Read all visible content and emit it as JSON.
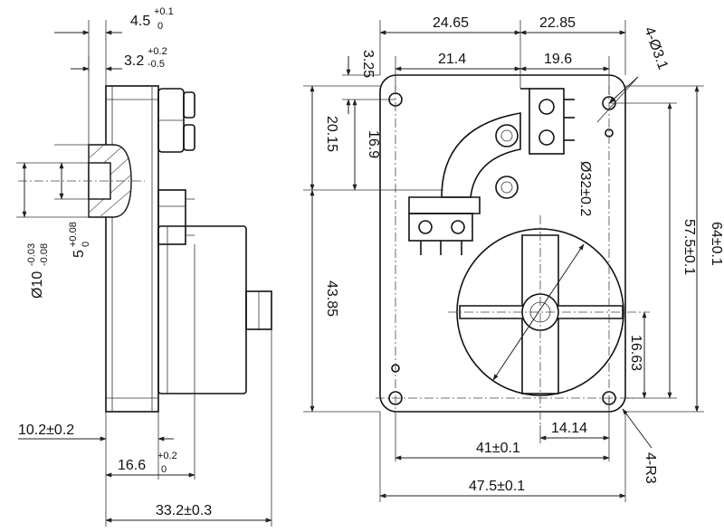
{
  "side_view": {
    "dims": {
      "shaft_len": "4.5",
      "shaft_len_tol_up": "+0.1",
      "shaft_len_tol_dn": "0",
      "flat_len": "3.2",
      "flat_len_tol_up": "+0.2",
      "flat_len_tol_dn": "-0.5",
      "shaft_flat": "5",
      "shaft_flat_tol_up": "+0.08",
      "shaft_flat_tol_dn": "0",
      "shaft_dia": "Ø10",
      "shaft_dia_tol_up": "-0.03",
      "shaft_dia_tol_dn": "-0.08",
      "gearbox_thk": "10.2±0.2",
      "motor_offset": "16.6",
      "motor_offset_tol_up": "+0.2",
      "motor_offset_tol_dn": "0",
      "overall_len": "33.2±0.3"
    }
  },
  "front_view": {
    "dims": {
      "top_left": "24.65",
      "top_right": "22.85",
      "mid_left": "21.4",
      "mid_right": "19.6",
      "hole_spec": "4-Ø3.1",
      "v_325": "3.25",
      "v_2015": "20.15",
      "v_169": "16.9",
      "v_4385": "43.85",
      "motor_dia": "Ø32±0.2",
      "v_575": "57.5±0.1",
      "v_64": "64±0.1",
      "v_1663": "16.63",
      "h_1414": "14.14",
      "h_41": "41±0.1",
      "h_475": "47.5±0.1",
      "radius_spec": "4-R3"
    }
  }
}
